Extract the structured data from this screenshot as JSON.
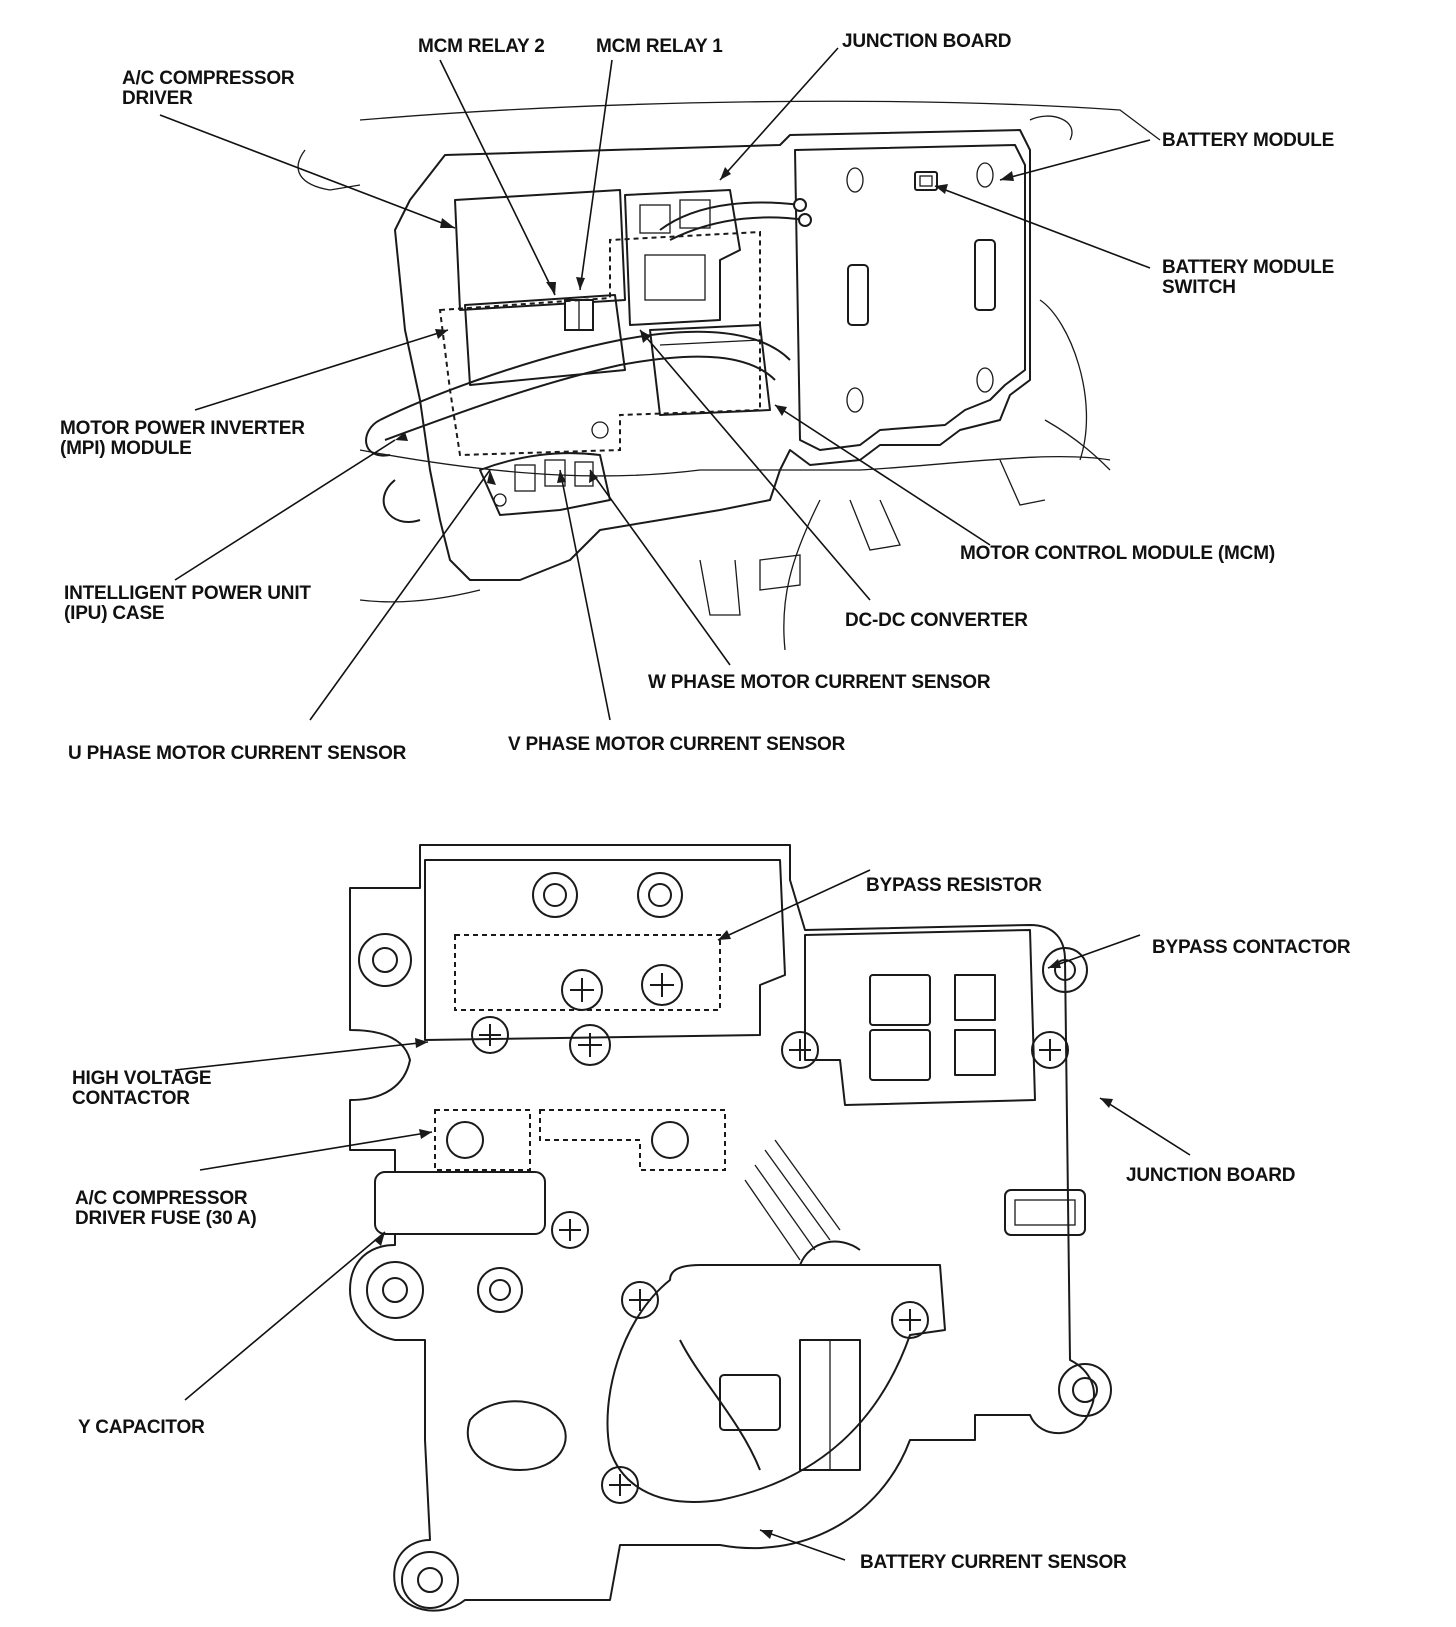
{
  "top_labels": {
    "mcm_relay_2": "MCM RELAY 2",
    "mcm_relay_1": "MCM RELAY 1",
    "junction_board": "JUNCTION BOARD",
    "ac_compressor_driver_l1": "A/C COMPRESSOR",
    "ac_compressor_driver_l2": "DRIVER",
    "battery_module": "BATTERY MODULE",
    "battery_module_switch_l1": "BATTERY MODULE",
    "battery_module_switch_l2": "SWITCH",
    "mpi_module_l1": "MOTOR POWER INVERTER",
    "mpi_module_l2": "(MPI) MODULE",
    "mcm": "MOTOR CONTROL MODULE (MCM)",
    "ipu_case_l1": "INTELLIGENT POWER UNIT",
    "ipu_case_l2": "(IPU) CASE",
    "dcdc_converter": "DC-DC CONVERTER",
    "w_phase_sensor": "W PHASE MOTOR CURRENT SENSOR",
    "u_phase_sensor": "U PHASE MOTOR CURRENT SENSOR",
    "v_phase_sensor": "V PHASE MOTOR CURRENT SENSOR"
  },
  "bottom_labels": {
    "bypass_resistor": "BYPASS RESISTOR",
    "bypass_contactor": "BYPASS CONTACTOR",
    "high_voltage_contactor_l1": "HIGH VOLTAGE",
    "high_voltage_contactor_l2": "CONTACTOR",
    "junction_board": "JUNCTION BOARD",
    "ac_fuse_l1": "A/C COMPRESSOR",
    "ac_fuse_l2": "DRIVER FUSE (30 A)",
    "y_capacitor": "Y CAPACITOR",
    "battery_current_sensor": "BATTERY CURRENT SENSOR"
  }
}
